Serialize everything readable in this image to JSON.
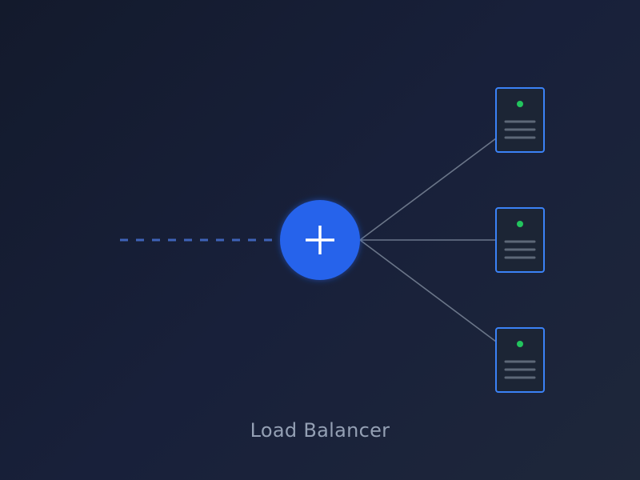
{
  "diagram": {
    "caption": "Load Balancer",
    "balancer_icon": "plus-icon",
    "server_icon": "server-icon",
    "server_count": 3,
    "server_status": [
      "online",
      "online",
      "online"
    ],
    "colors": {
      "accent": "#2563eb",
      "incoming_line": "#3e63b8",
      "connection_line": "#6b7689",
      "server_border": "#3b82f6",
      "server_fill": "#1c2535",
      "status_online": "#22c55e",
      "server_lines": "#5d6878",
      "caption": "#94a0b4"
    }
  }
}
